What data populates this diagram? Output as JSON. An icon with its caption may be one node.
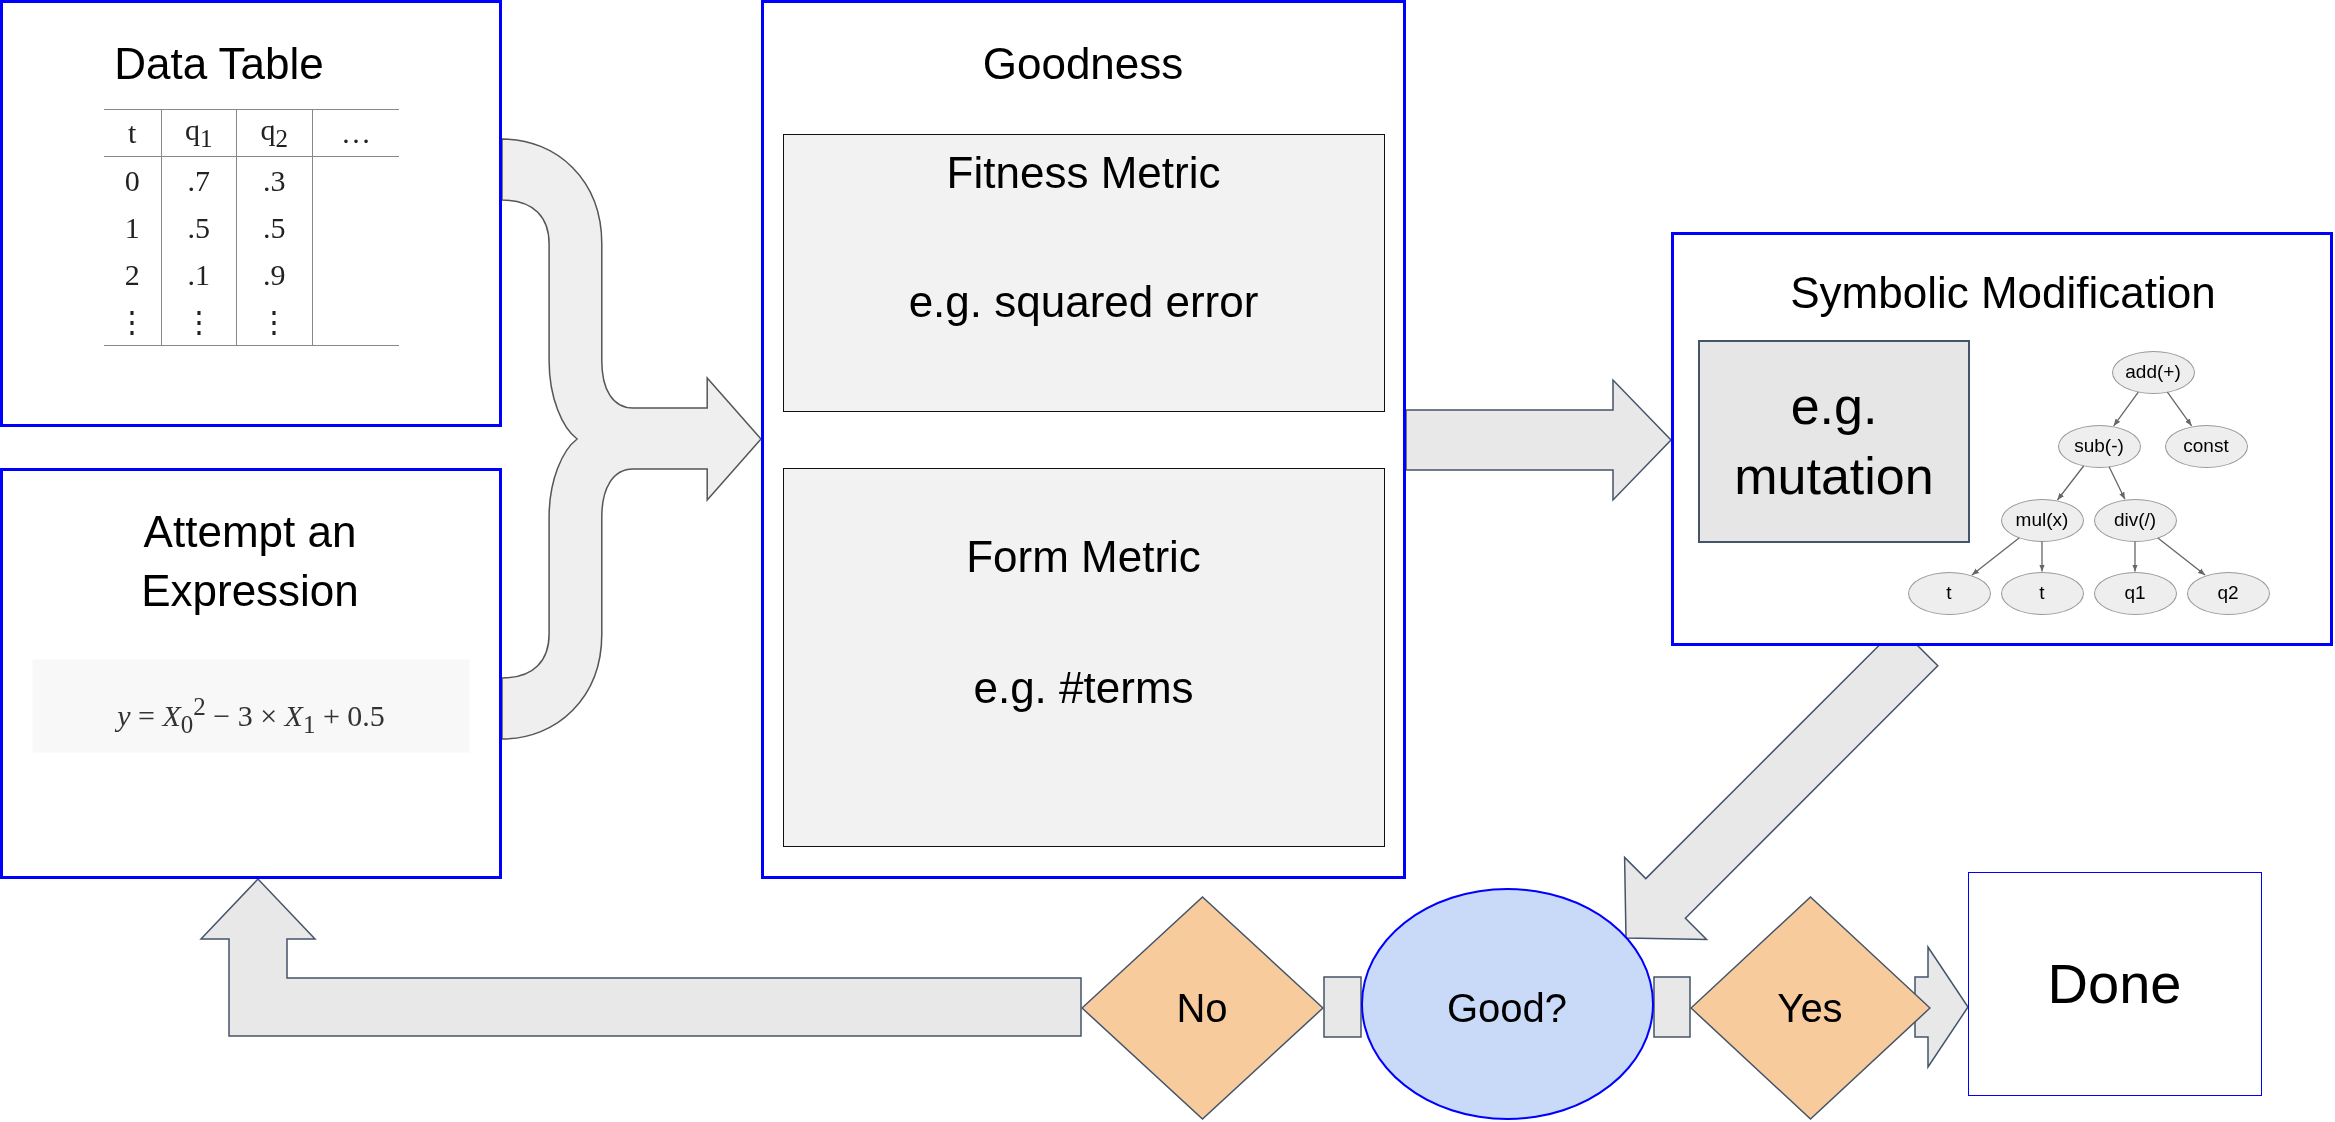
{
  "diagram": {
    "nodes": [
      {
        "text": [
          "Data Table"
        ]
      },
      {
        "text": [
          "Attempt an Expression",
          "*y* = *X*$_{0}$$^{2}$ − 3 × *X*$_{1}$ + 0.5"
        ]
      },
      {
        "text": [
          "Goodness"
        ]
      },
      {
        "text": [
          "Fitness Metric",
          "e.g. squared error"
        ],
        "in": 2
      },
      {
        "text": [
          "Form Metric",
          "e.g. #terms"
        ],
        "in": 2
      },
      {
        "text": [
          "Symbolic Modification"
        ]
      },
      {
        "text": [
          "e.g. mutation"
        ],
        "in": 5
      },
      {
        "text": [
          "add(+)"
        ],
        "in": 5
      },
      {
        "text": [
          "sub(-)"
        ],
        "in": 5
      },
      {
        "text": [
          "const"
        ],
        "in": 5
      },
      {
        "text": [
          "mul(x)"
        ],
        "in": 5
      },
      {
        "text": [
          "div(/)"
        ],
        "in": 5
      },
      {
        "text": [
          "t"
        ],
        "in": 5
      },
      {
        "text": [
          "t"
        ],
        "in": 5
      },
      {
        "text": [
          "q1"
        ],
        "in": 5
      },
      {
        "text": [
          "q2"
        ],
        "in": 5
      },
      {
        "text": [
          "No"
        ]
      },
      {
        "text": [
          "Good?"
        ]
      },
      {
        "text": [
          "Yes"
        ]
      },
      {
        "text": [
          "Done"
        ]
      }
    ],
    "edges": [
      {
        "from": 0,
        "to": 2,
        "arrow": "to"
      },
      {
        "from": 1,
        "to": 2,
        "arrow": "to"
      },
      {
        "from": 2,
        "to": 5,
        "arrow": "to"
      },
      {
        "from": 5,
        "to": 17,
        "arrow": "to"
      },
      {
        "from": 17,
        "to": 16,
        "arrow": "none"
      },
      {
        "from": 16,
        "to": 1,
        "arrow": "to"
      },
      {
        "from": 17,
        "to": 18,
        "arrow": "none"
      },
      {
        "from": 18,
        "to": 19,
        "arrow": "to"
      },
      {
        "from": 7,
        "to": 8,
        "arrow": "to"
      },
      {
        "from": 7,
        "to": 9,
        "arrow": "to"
      },
      {
        "from": 8,
        "to": 10,
        "arrow": "to"
      },
      {
        "from": 8,
        "to": 11,
        "arrow": "to"
      },
      {
        "from": 10,
        "to": 12,
        "arrow": "to"
      },
      {
        "from": 10,
        "to": 13,
        "arrow": "to"
      },
      {
        "from": 11,
        "to": 14,
        "arrow": "to"
      },
      {
        "from": 11,
        "to": 15,
        "arrow": "to"
      }
    ],
    "labels": [
      "t",
      "q$_{1}$",
      "q$_{2}$",
      "…",
      "0",
      ".7",
      ".3",
      "1",
      ".5",
      ".5",
      "2",
      ".1",
      ".9",
      "⋮",
      "⋮",
      "⋮"
    ]
  }
}
